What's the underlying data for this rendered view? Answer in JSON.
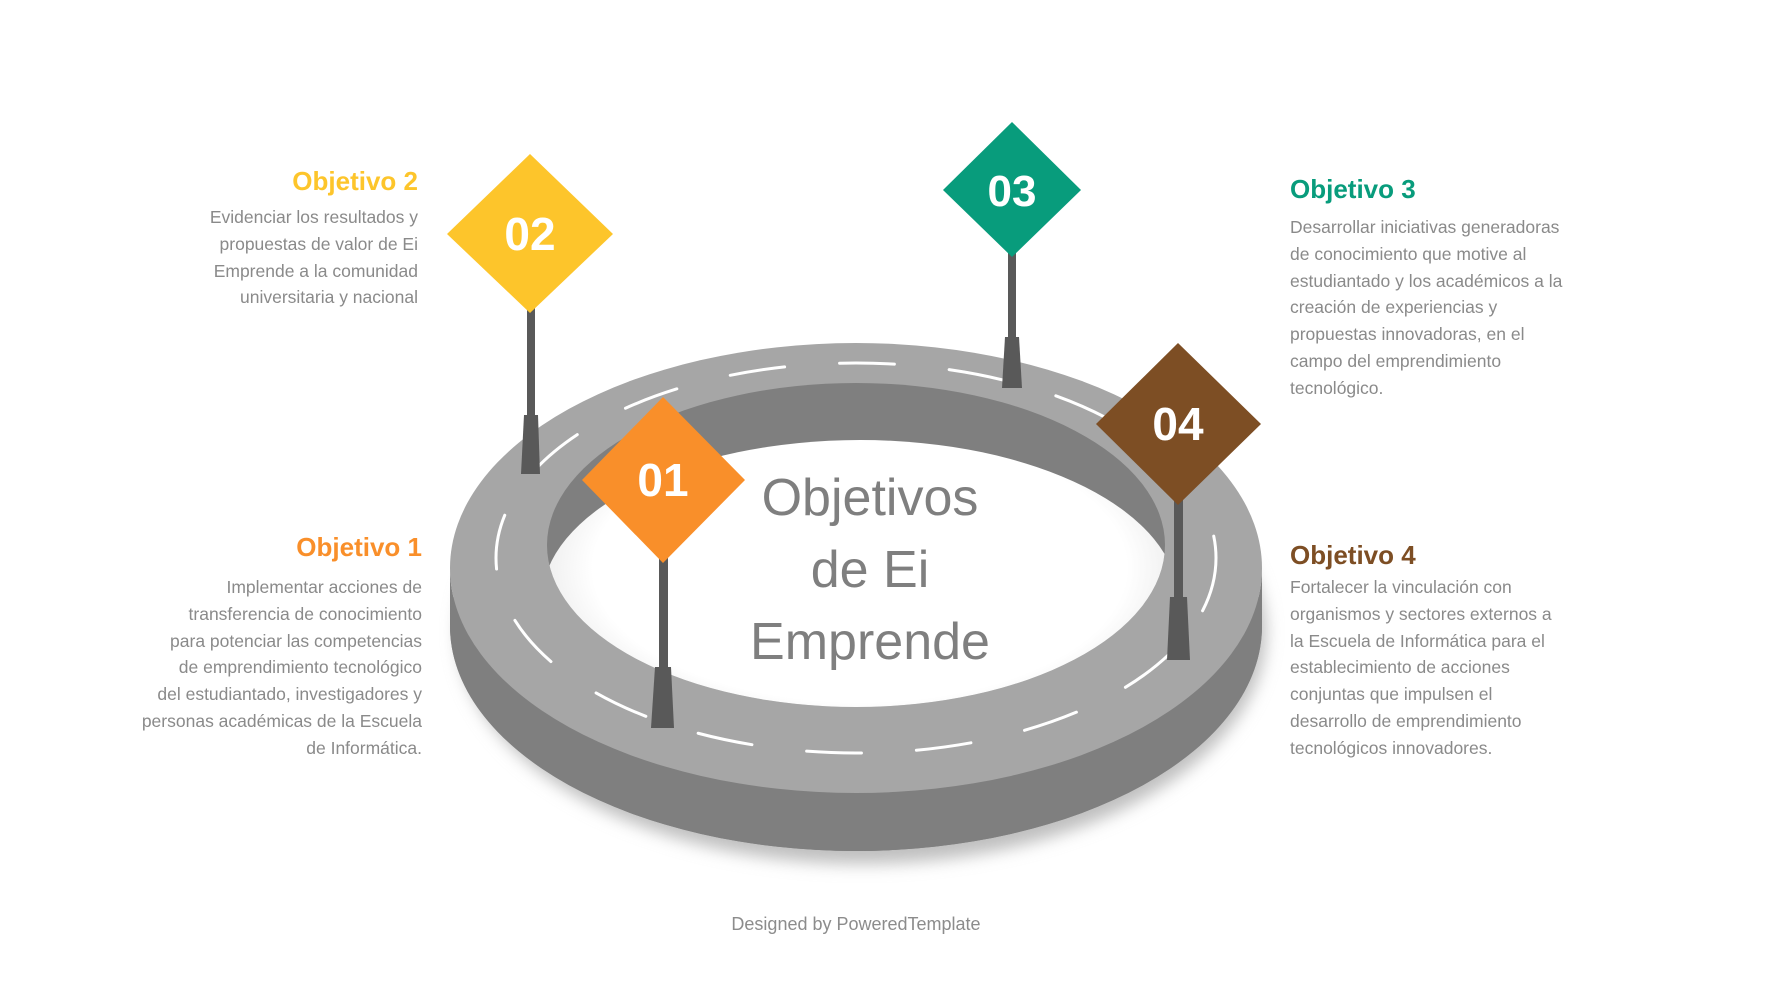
{
  "center_title": {
    "lines": [
      "Objetivos",
      "de Ei",
      "Emprende"
    ]
  },
  "objectives": [
    {
      "number": "01",
      "title": "Objetivo 1",
      "color": "#F98F2A",
      "text": "Implementar  acciones de\ntransferencia de conocimiento\npara potenciar las competencias\nde emprendimiento  tecnológico\ndel estudiantado, investigadores y\npersonas académicas de la Escuela\nde Informática."
    },
    {
      "number": "02",
      "title": "Objetivo 2",
      "color": "#FDC52B",
      "text": "Evidenciar los resultados y\npropuestas de valor de Ei\nEmprende  a la comunidad\nuniversitaria y nacional"
    },
    {
      "number": "03",
      "title": "Objetivo 3",
      "color": "#089C7C",
      "text": "Desarrollar iniciativas generadoras\nde conocimiento  que motive  al\nestudiantado y los académicos a la\ncreación de experiencias y\npropuestas innovadoras, en el\ncampo  del emprendimiento\ntecnológico."
    },
    {
      "number": "04",
      "title": "Objetivo 4",
      "color": "#7D4E24",
      "text": "Fortalecer  la vinculación con\norganismos y sectores externos  a\nla Escuela de Informática para el\nestablecimiento de acciones\nconjuntas que impulsen el\ndesarrollo de emprendimiento\ntecnológicos innovadores."
    }
  ],
  "footer": "Designed by PoweredTemplate",
  "colors": {
    "road_top": "#a6a6a6",
    "road_side": "#7f7f7f",
    "pole": "#595959",
    "text_gray": "#8a8a8a"
  }
}
